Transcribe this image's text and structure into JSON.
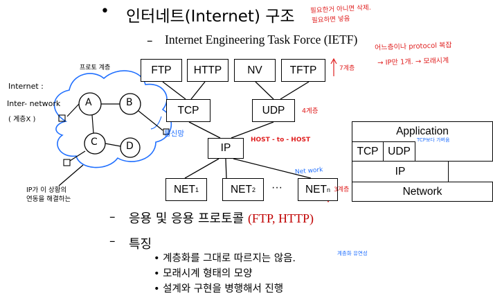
{
  "title": "인터네트(Internet) 구조",
  "subtitle": "Internet Engineering Task Force (IETF)",
  "layers": {
    "application": [
      "FTP",
      "HTTP",
      "NV",
      "TFTP"
    ],
    "transport": [
      "TCP",
      "UDP"
    ],
    "network": "IP",
    "link": [
      "NET",
      "NET",
      "NET"
    ],
    "link_subscripts": [
      "1",
      "2",
      "n"
    ],
    "ellipsis": "···"
  },
  "stack_diagram": {
    "application": "Application",
    "tcp": "TCP",
    "udp": "UDP",
    "ip": "IP",
    "network": "Network"
  },
  "app_protocols": {
    "text": "응용 및 응용 프로토콜 ",
    "highlight": "(FTP, HTTP)"
  },
  "features": {
    "heading": "특징",
    "items": [
      "계층화를 그대로 따르지는 않음.",
      "모래시계 형태의 모양",
      "설계와 구현을 병행해서 진행"
    ]
  },
  "annotations": {
    "top_red": "필요한거 아니면 삭제.",
    "top_red2": "필요하면 넣음",
    "app_layer_note": "7계층",
    "protocol_note": "어느층이나 protocol 복잡",
    "ip_note": "→ IP만 1개. → 모래시계",
    "left_proto": "프로토 계층",
    "internet": "Internet :",
    "inter_network": "Inter- network",
    "no_layer": "( 계층X )",
    "comm_net": "통신망",
    "host_to_host": "HOST - to - HOST",
    "transport_layer": "4계층",
    "network_label": "Net work",
    "layer3": "3계층",
    "ip_role": "IP가 이 상황의 연동을 해결하는",
    "tcp_udp_note": "TCP보다 가벼움",
    "layer_note": "계층화 유연성",
    "node_labels": [
      "A",
      "B",
      "C",
      "D"
    ]
  },
  "colors": {
    "annotation_red": "#e02020",
    "annotation_blue": "#1f6fff",
    "highlight_red": "#c00000"
  }
}
